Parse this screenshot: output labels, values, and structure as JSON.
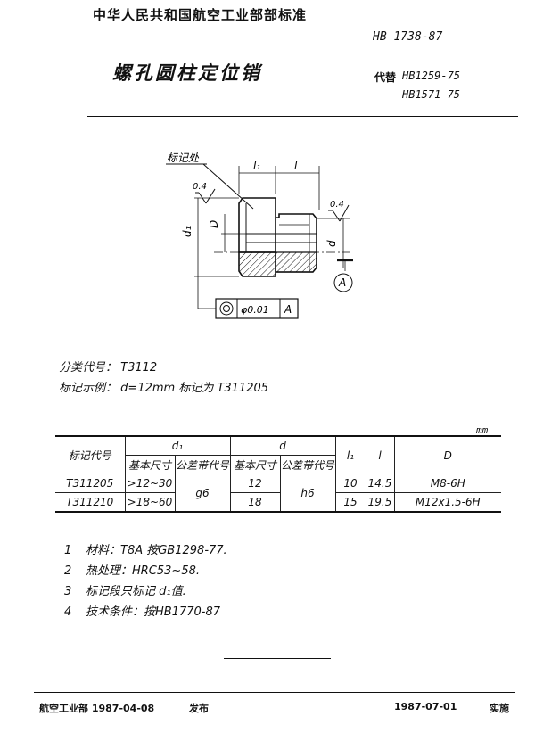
{
  "header": {
    "org_standard": "中华人民共和国航空工业部部标准",
    "standard_no": "HB 1738-87",
    "title": "螺孔圆柱定位销",
    "replaces_label": "代替",
    "replaces": [
      "HB1259-75",
      "HB1571-75"
    ]
  },
  "drawing": {
    "callout": "标记处",
    "dim_l1": "l₁",
    "dim_l": "l",
    "dim_d1": "d₁",
    "dim_D": "D",
    "dim_d": "d",
    "roughness_left": "0.4",
    "roughness_right": "0.4",
    "datum_circle": "A",
    "tolerance_value": "φ0.01",
    "tolerance_datum": "A"
  },
  "classification": {
    "label": "分类代号",
    "value": "T3112"
  },
  "marking_example": {
    "label": "标记示例",
    "value": "d=12mm  标记为 T311205"
  },
  "table": {
    "unit": "mm",
    "headers": {
      "mark": "标记代号",
      "d1": "d₁",
      "d": "d",
      "l1": "l₁",
      "l": "l",
      "D": "D",
      "basic_size": "基本尺寸",
      "tol_zone": "公差带代号"
    },
    "tol_d1": "g6",
    "tol_d": "h6",
    "rows": [
      {
        "mark": "T311205",
        "d1_basic": ">12~30",
        "d_basic": "12",
        "l1": "10",
        "l": "14.5",
        "D": "M8-6H"
      },
      {
        "mark": "T311210",
        "d1_basic": ">18~60",
        "d_basic": "18",
        "l1": "15",
        "l": "19.5",
        "D": "M12x1.5-6H"
      }
    ]
  },
  "notes": [
    {
      "no": "1",
      "text": "材料：T8A  按GB1298-77."
    },
    {
      "no": "2",
      "text": "热处理：HRC53~58."
    },
    {
      "no": "3",
      "text": "标记段只标记 d₁值."
    },
    {
      "no": "4",
      "text": "技术条件：按HB1770-87"
    }
  ],
  "footer": {
    "issuer": "航空工业部 1987-04-08",
    "issued": "发布",
    "effective_date": "1987-07-01",
    "effective": "实施"
  }
}
